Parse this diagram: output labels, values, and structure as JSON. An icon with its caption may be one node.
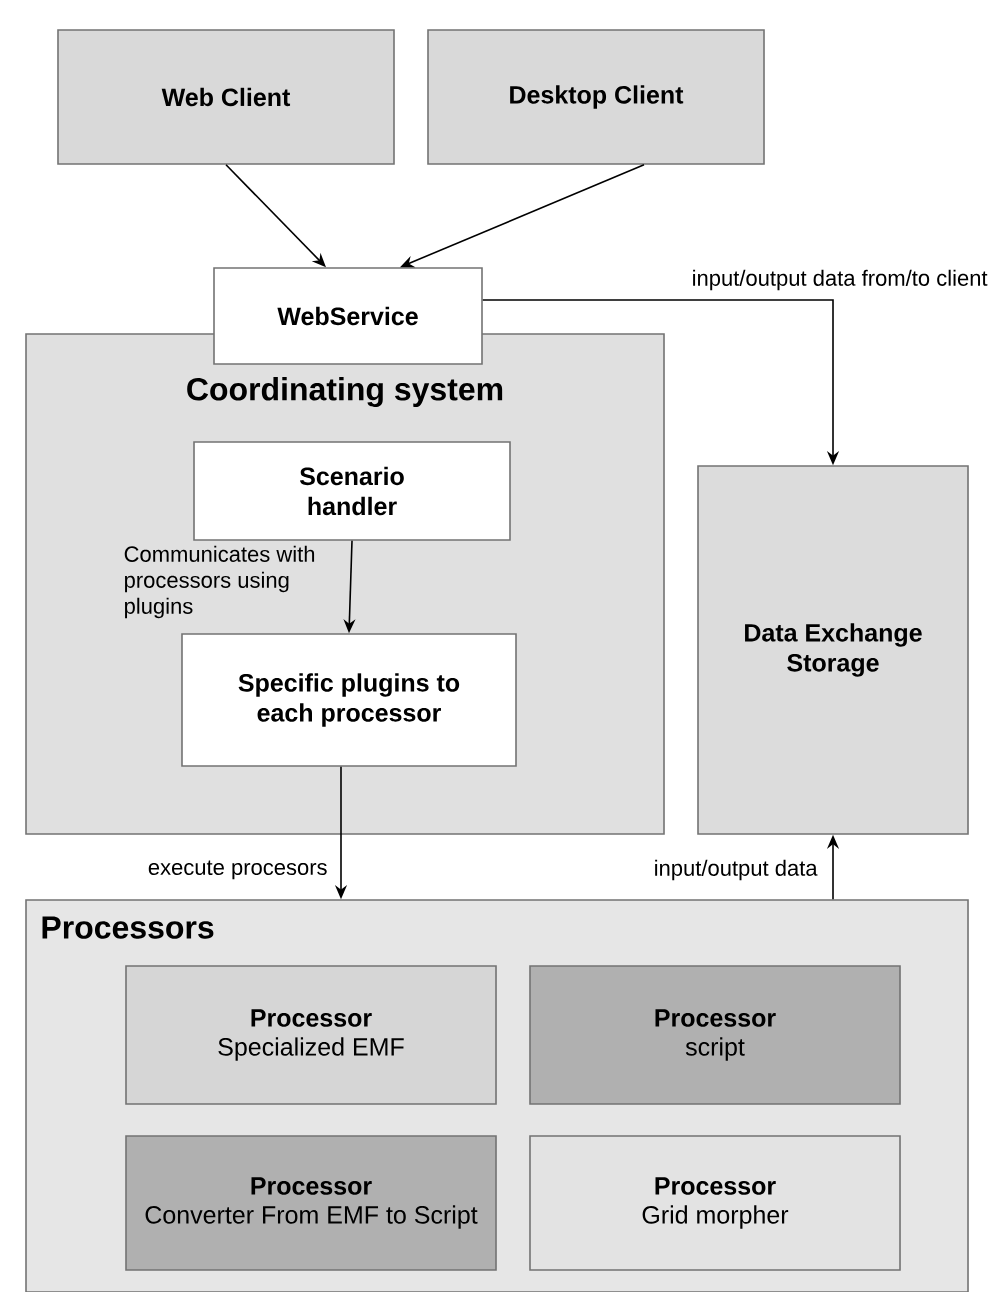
{
  "diagram": {
    "nodes": [
      {
        "text": [
          "Web Client"
        ]
      },
      {
        "text": [
          "Desktop Client"
        ]
      },
      {
        "text": [
          "WebService"
        ]
      },
      {
        "text": [
          "Coordinating system"
        ]
      },
      {
        "text": [
          "Scenario handler"
        ],
        "in": 3
      },
      {
        "text": [
          "Specific plugins to each processor"
        ],
        "in": 3
      },
      {
        "text": [
          "Data Exchange Storage"
        ]
      },
      {
        "text": [
          "Processors"
        ]
      },
      {
        "text": [
          "Processor",
          "Specialized EMF"
        ],
        "in": 7
      },
      {
        "text": [
          "Processor",
          "script"
        ],
        "in": 7
      },
      {
        "text": [
          "Processor",
          "Converter From EMF to Script"
        ],
        "in": 7
      },
      {
        "text": [
          "Processor",
          "Grid morpher"
        ],
        "in": 7
      }
    ],
    "edges": [
      {
        "from": 0,
        "to": 2,
        "arrow": "to"
      },
      {
        "from": 1,
        "to": 2,
        "arrow": "to"
      },
      {
        "from": 2,
        "to": 6,
        "arrow": "to",
        "label": "input/output data from/to client"
      },
      {
        "from": 4,
        "to": 5,
        "arrow": "to",
        "label": "Communicates with processors using plugins"
      },
      {
        "from": 5,
        "to": 7,
        "arrow": "to",
        "label": "execute procesors"
      },
      {
        "from": 7,
        "to": 6,
        "arrow": "to",
        "label": "input/output data"
      }
    ]
  }
}
